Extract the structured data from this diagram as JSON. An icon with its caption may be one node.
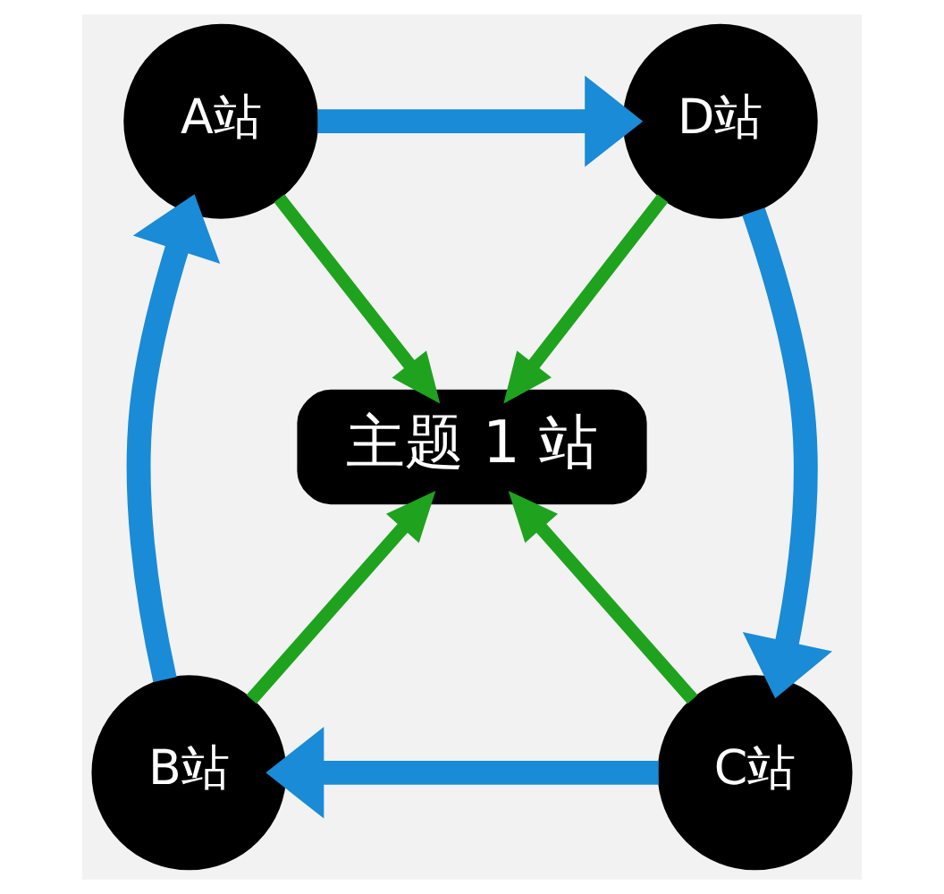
{
  "diagram": {
    "nodes": [
      {
        "text": [
          "A站"
        ]
      },
      {
        "text": [
          "D站"
        ]
      },
      {
        "text": [
          "主题 1 站"
        ]
      },
      {
        "text": [
          "B站"
        ]
      },
      {
        "text": [
          "C站"
        ]
      }
    ],
    "edges": [
      {
        "from": 0,
        "to": 1,
        "arrow": "to",
        "style": "thick",
        "color": "#1a8bd6"
      },
      {
        "from": 1,
        "to": 4,
        "arrow": "to",
        "style": "thick",
        "color": "#1a8bd6"
      },
      {
        "from": 4,
        "to": 3,
        "arrow": "to",
        "style": "thick",
        "color": "#1a8bd6"
      },
      {
        "from": 3,
        "to": 0,
        "arrow": "to",
        "style": "thick",
        "color": "#1a8bd6"
      },
      {
        "from": 0,
        "to": 2,
        "arrow": "to",
        "color": "#1fa31f"
      },
      {
        "from": 1,
        "to": 2,
        "arrow": "to",
        "color": "#1fa31f"
      },
      {
        "from": 3,
        "to": 2,
        "arrow": "to",
        "color": "#1fa31f"
      },
      {
        "from": 4,
        "to": 2,
        "arrow": "to",
        "color": "#1fa31f"
      }
    ]
  }
}
